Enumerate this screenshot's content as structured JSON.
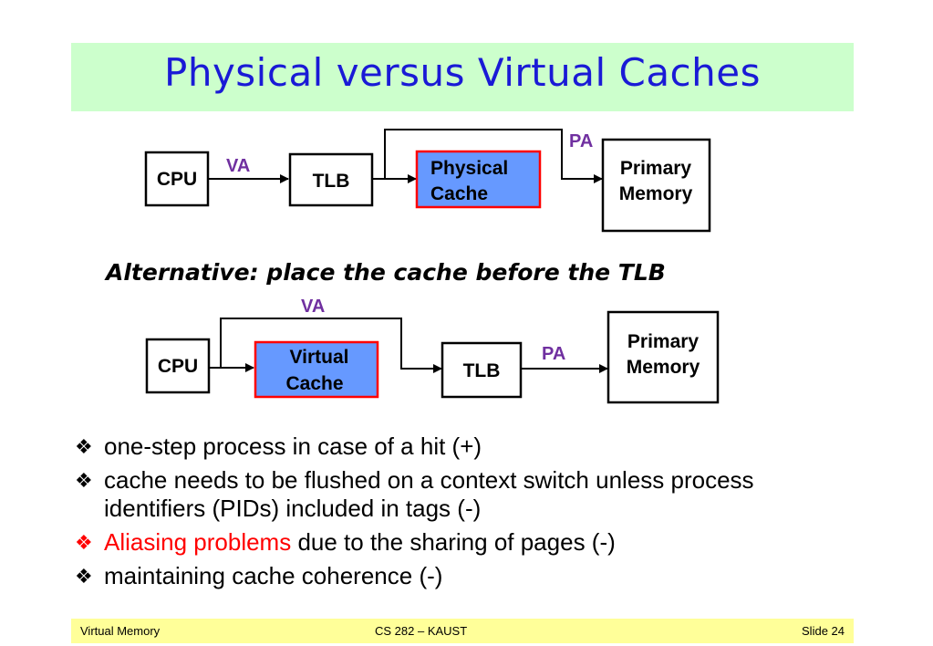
{
  "title": "Physical versus Virtual Caches",
  "diagram1": {
    "cpu": "CPU",
    "tlb": "TLB",
    "cache_line1": "Physical",
    "cache_line2": "Cache",
    "memory_line1": "Primary",
    "memory_line2": "Memory",
    "va": "VA",
    "pa": "PA"
  },
  "subtitle": "Alternative: place the cache before the TLB",
  "diagram2": {
    "cpu": "CPU",
    "tlb": "TLB",
    "cache_line1": "Virtual",
    "cache_line2": "Cache",
    "memory_line1": "Primary",
    "memory_line2": "Memory",
    "va": "VA",
    "pa": "PA"
  },
  "bullets": {
    "b1": "one-step process in case of a hit (+)",
    "b2": "cache needs to be flushed on a context switch unless process identifiers (PIDs) included in tags (-)",
    "b3_red": "Aliasing problems",
    "b3_rest": " due to the sharing of pages (-)",
    "b4": "maintaining cache coherence (-)"
  },
  "footer": {
    "left": "Virtual Memory",
    "center": "CS 282 – KAUST",
    "right": "Slide 24"
  },
  "colors": {
    "title_bg": "#ccffcc",
    "title_text": "#1a1ad6",
    "cache_fill": "#6699ff",
    "cache_border": "#ff0000",
    "flow_label": "#7030a0",
    "alias_red": "#ff0000",
    "footer_bg": "#ffff99"
  },
  "icons": {
    "bullet": "diamond-bullet-icon"
  }
}
